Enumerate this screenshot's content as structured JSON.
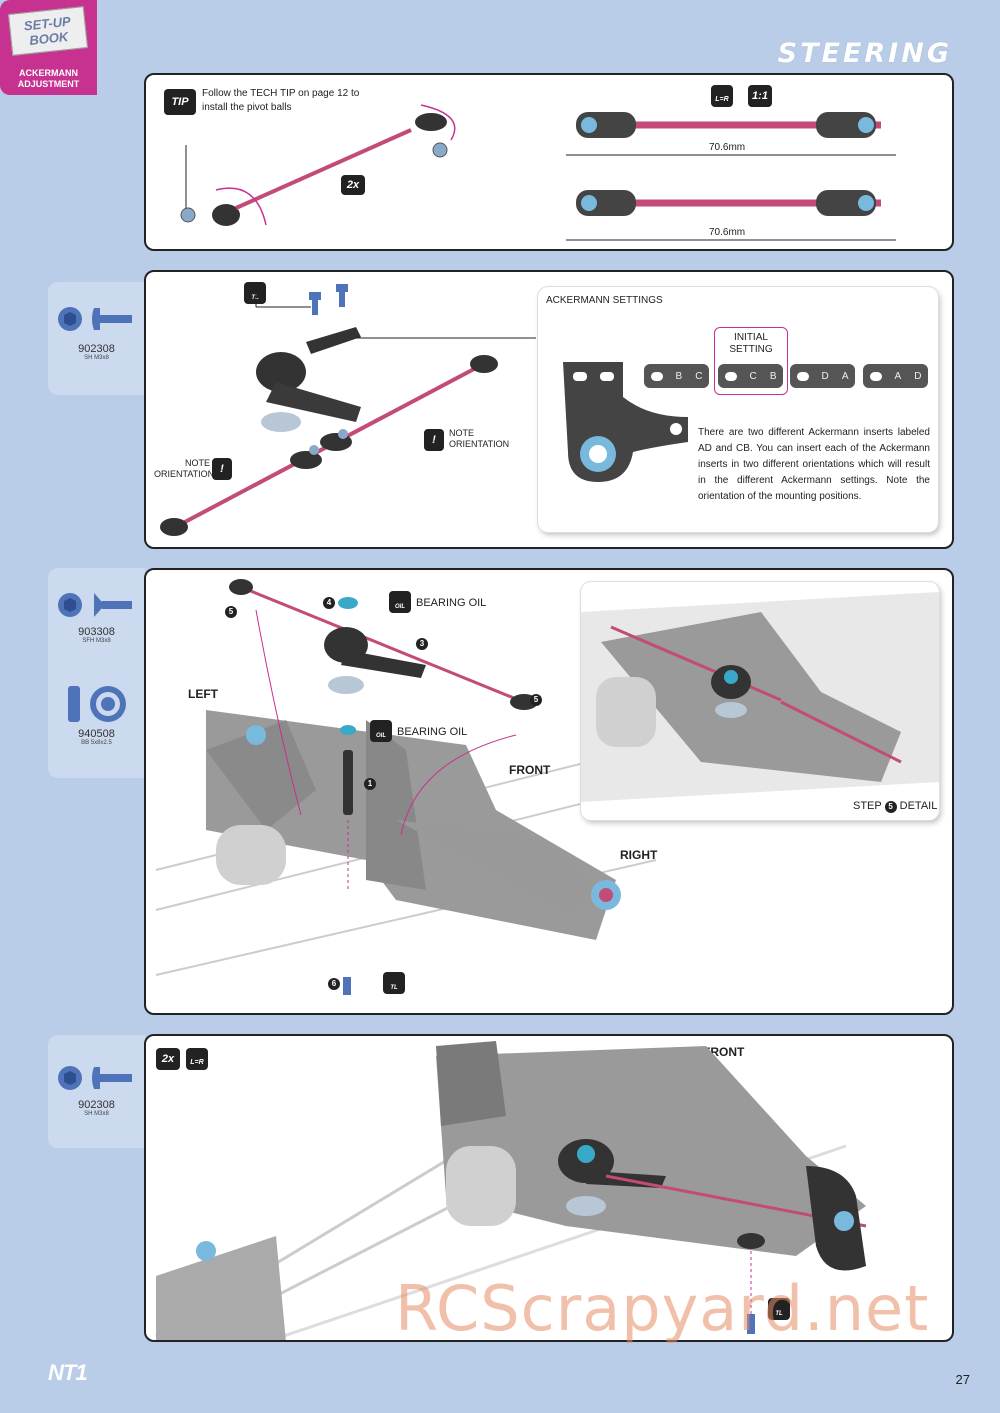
{
  "header": {
    "section_title": "STEERING"
  },
  "step1": {
    "tip_label": "TIP",
    "tip_text": "Follow the TECH TIP on page 12 to install the pivot balls",
    "qty": "2x",
    "lr_label": "L=R",
    "scale": "1:1",
    "length_top": "70.6mm",
    "length_bottom": "70.6mm"
  },
  "step2": {
    "part_number": "902308",
    "part_desc": "SH M3x8",
    "tl_label": "TL",
    "note_right": "NOTE ORIENTATION",
    "note_left": "NOTE ORIENTATION",
    "ackermann": {
      "title": "ACKERMANN SETTINGS",
      "initial": "INITIAL SETTING",
      "inserts": [
        {
          "left": "B",
          "right": "C"
        },
        {
          "left": "C",
          "right": "B"
        },
        {
          "left": "D",
          "right": "A"
        },
        {
          "left": "A",
          "right": "D"
        }
      ],
      "text": "There are two different Ackermann inserts labeled AD and CB. You can insert each of the Ackermann inserts in two different orientations which will result in the different Ackermann settings. Note the orientation of the mounting positions."
    }
  },
  "step3": {
    "parts": [
      {
        "number": "903308",
        "desc": "SFH M3x8"
      },
      {
        "number": "940508",
        "desc": "BB 5x8x2.5"
      }
    ],
    "bearing_oil_top": "BEARING OIL",
    "bearing_oil_mid": "BEARING OIL",
    "oil_label": "OIL",
    "tl_label": "TL",
    "left_label": "LEFT",
    "front_label": "FRONT",
    "right_label": "RIGHT",
    "detail_label": "STEP",
    "detail_num": "5",
    "detail_suffix": "DETAIL",
    "callouts": [
      "1",
      "3",
      "4",
      "5",
      "5",
      "6"
    ],
    "setup_book": "SET-UP BOOK",
    "setup_caption": "ACKERMANN ADJUSTMENT"
  },
  "step4": {
    "part_number": "902308",
    "part_desc": "SH M3x8",
    "qty": "2x",
    "lr_label": "L=R",
    "front_label": "FRONT",
    "tl_label": "TL"
  },
  "footer": {
    "logo": "NT1",
    "page": "27",
    "watermark": "RCScrapyard.net"
  }
}
